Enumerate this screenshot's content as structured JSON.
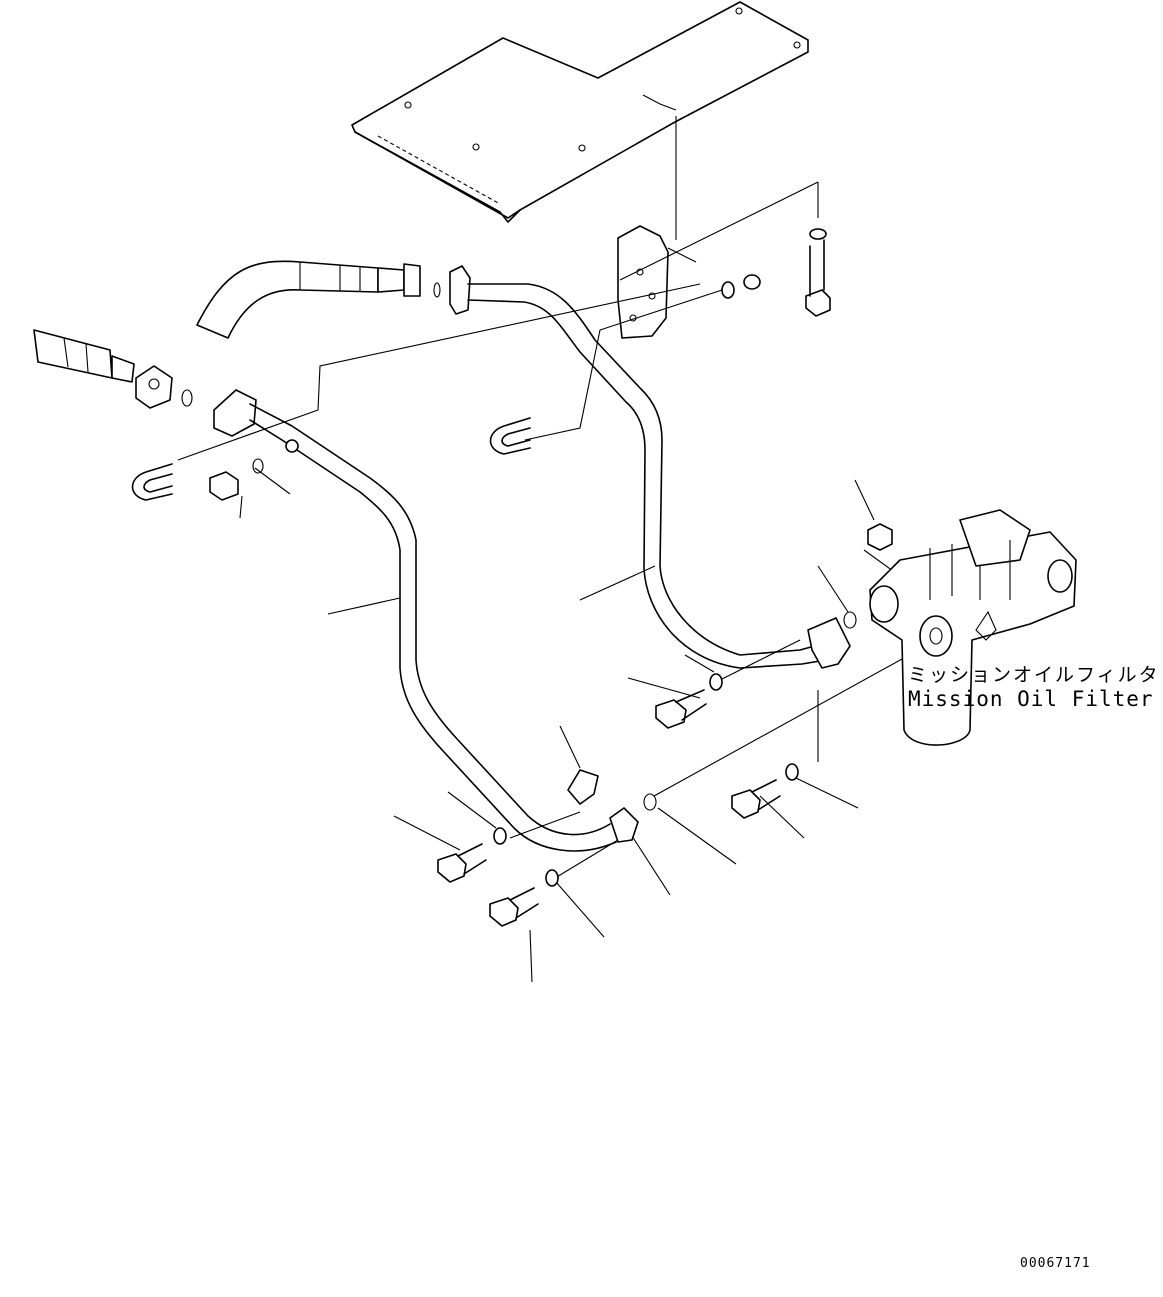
{
  "labels": {
    "filter_jp": "ミッションオイルフィルタ",
    "filter_en": "Mission Oil Filter",
    "drawing_number": "00067171"
  },
  "colors": {
    "line": "#000000",
    "background": "#ffffff"
  },
  "icons": [
    "bolt-icon",
    "washer-icon",
    "o-ring-icon",
    "u-bolt-icon",
    "nut-icon",
    "clamp-icon"
  ]
}
